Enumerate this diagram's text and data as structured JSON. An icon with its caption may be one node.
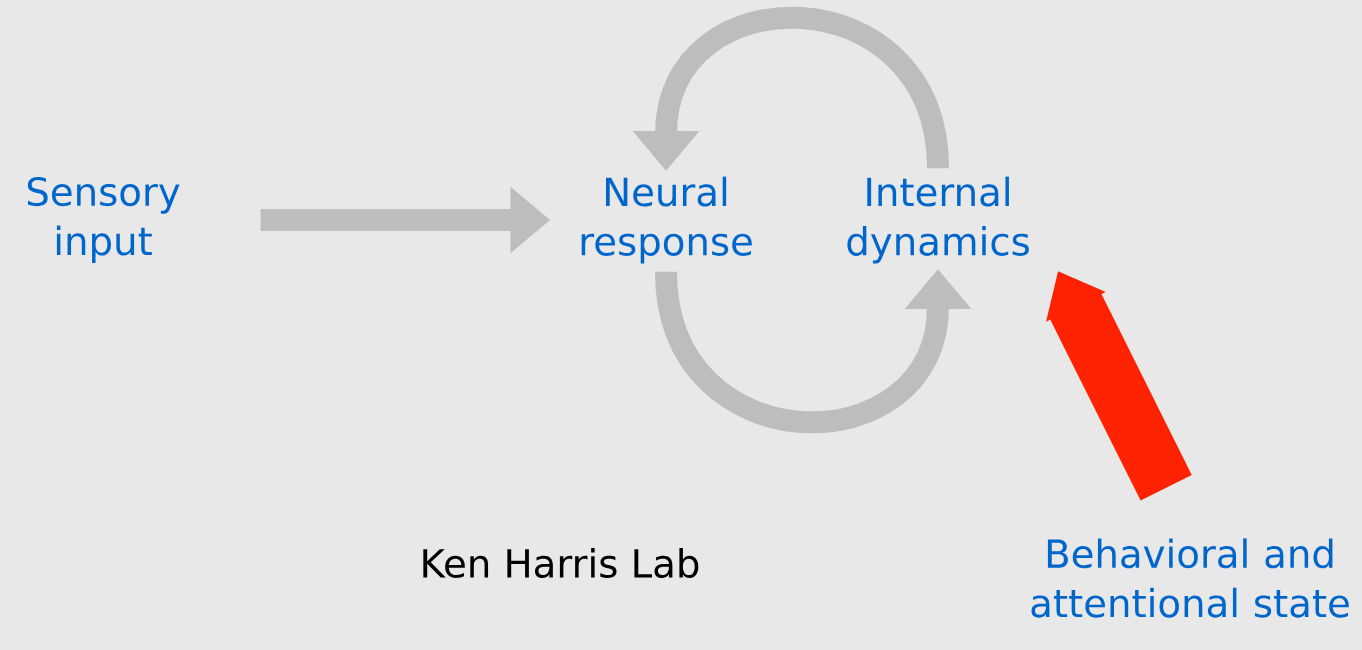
{
  "diagram": {
    "nodes": [
      {
        "text": [
          "Sensory input"
        ]
      },
      {
        "text": [
          "Neural response"
        ]
      },
      {
        "text": [
          "Internal dynamics"
        ]
      },
      {
        "text": [
          "Behavioral and attentional state"
        ]
      }
    ],
    "edges": [
      {
        "from": 0,
        "to": 1,
        "arrow": "to"
      },
      {
        "from": 2,
        "to": 1,
        "arrow": "to"
      },
      {
        "from": 1,
        "to": 2,
        "arrow": "to"
      },
      {
        "from": 3,
        "to": 2,
        "arrow": "to",
        "style": "thick",
        "color": "#ff2200"
      }
    ],
    "labels": [
      "Ken Harris Lab"
    ]
  }
}
